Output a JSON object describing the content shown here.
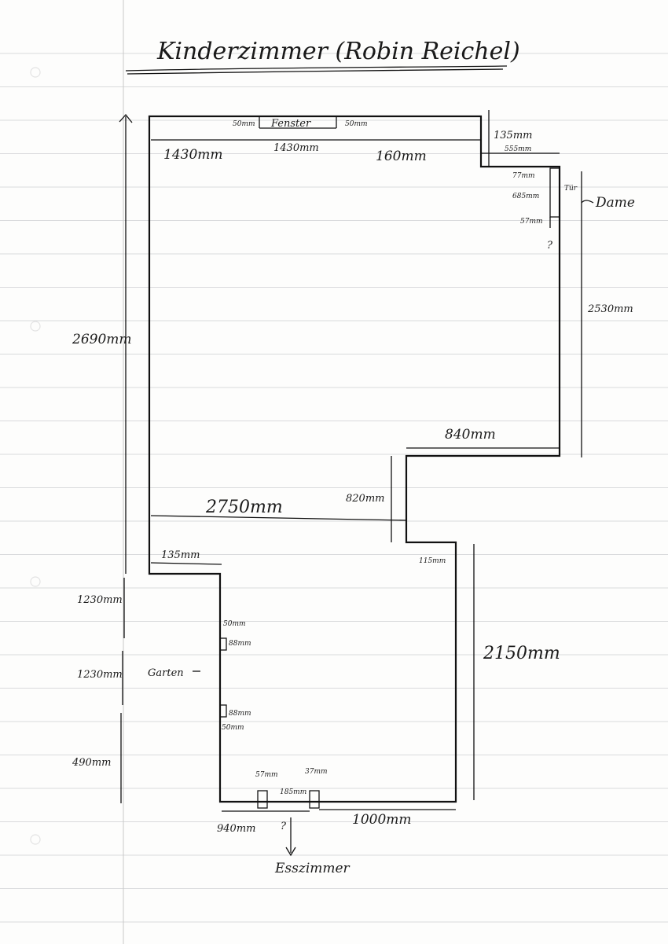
{
  "title": "Kinderzimmer (Robin Reichel)",
  "labels": {
    "fenster": "Fenster",
    "tur": "Tür",
    "dame": "Dame",
    "garten": "Garten",
    "esszimmer": "Esszimmer",
    "question": "?"
  },
  "dimensions": {
    "top_50_left": "50mm",
    "top_50_right": "50mm",
    "top_1430_a": "1430mm",
    "top_1430_b": "1430mm",
    "top_160": "160mm",
    "right_135": "135mm",
    "right_555": "555mm",
    "door_77": "77mm",
    "door_685": "685mm",
    "door_57": "57mm",
    "right_2530": "2530mm",
    "left_2690": "2690mm",
    "mid_840": "840mm",
    "mid_820": "820mm",
    "mid_2750": "2750mm",
    "mid_115": "115mm",
    "low_135": "135mm",
    "left_1230_a": "1230mm",
    "left_1230_b": "1230mm",
    "left_490": "490mm",
    "win_50_a": "50mm",
    "win_88_a": "88mm",
    "win_88_b": "88mm",
    "win_50_b": "50mm",
    "right_2150": "2150mm",
    "bot_57": "57mm",
    "bot_37": "37mm",
    "bot_185": "185mm",
    "bot_940": "940mm",
    "bot_1000": "1000mm"
  }
}
